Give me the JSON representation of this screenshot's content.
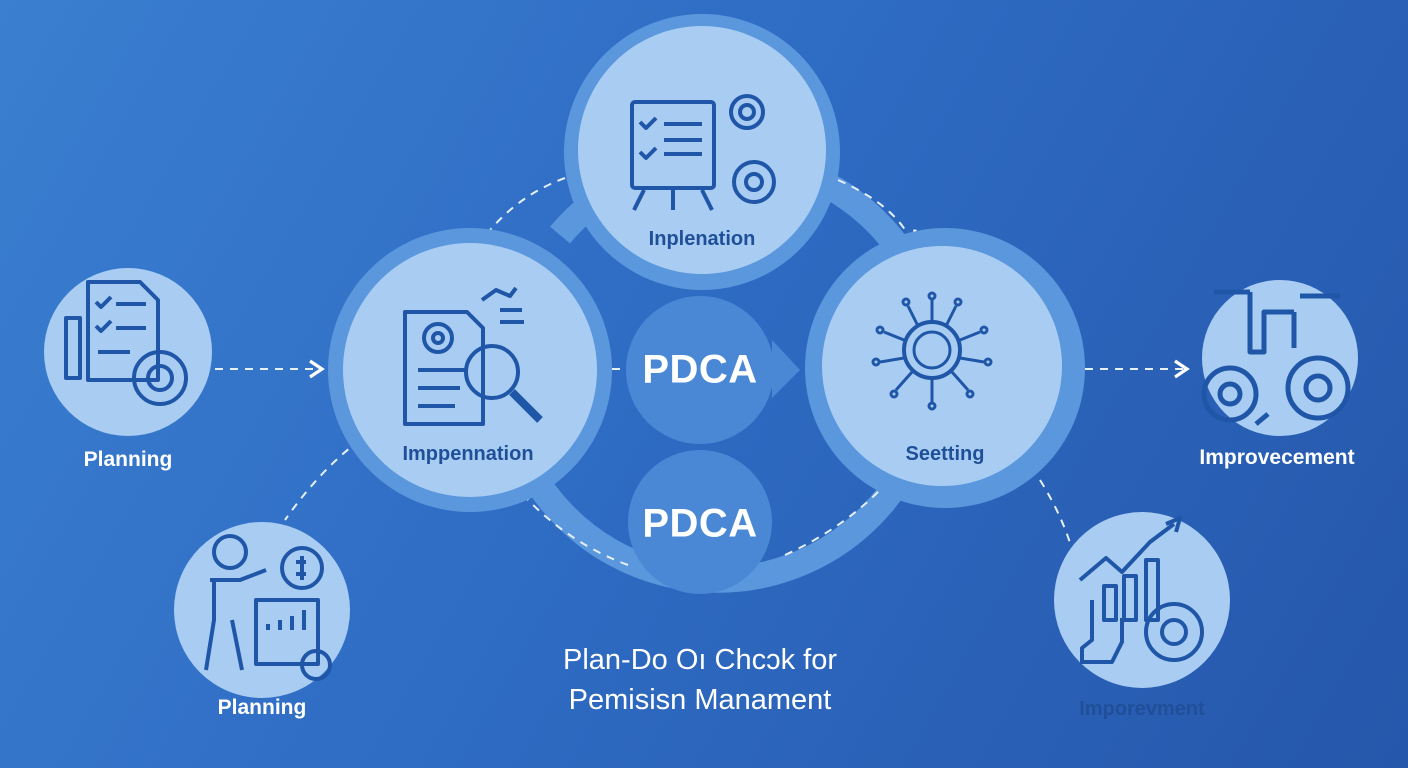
{
  "title": {
    "line1": "Plan-Do Oı Chcɔk for",
    "line2": "Pemisisn Manament"
  },
  "center": {
    "pdca_top": "PDCA",
    "pdca_bottom": "PDCA"
  },
  "nodes": {
    "top_label": "Inplenation",
    "left_label": "Imppennation",
    "right_label": "Seetting",
    "far_left_label": "Planning",
    "bottom_left_label": "Planning",
    "far_right_label": "Improvecement",
    "bottom_right_label": "Imporevment"
  },
  "colors": {
    "background": "#2f6cc4",
    "circle_fill": "#a9cdf2",
    "circle_ring": "#5b97dd",
    "icon_stroke": "#1f56a8",
    "pdca_fill": "#4a88d6"
  }
}
